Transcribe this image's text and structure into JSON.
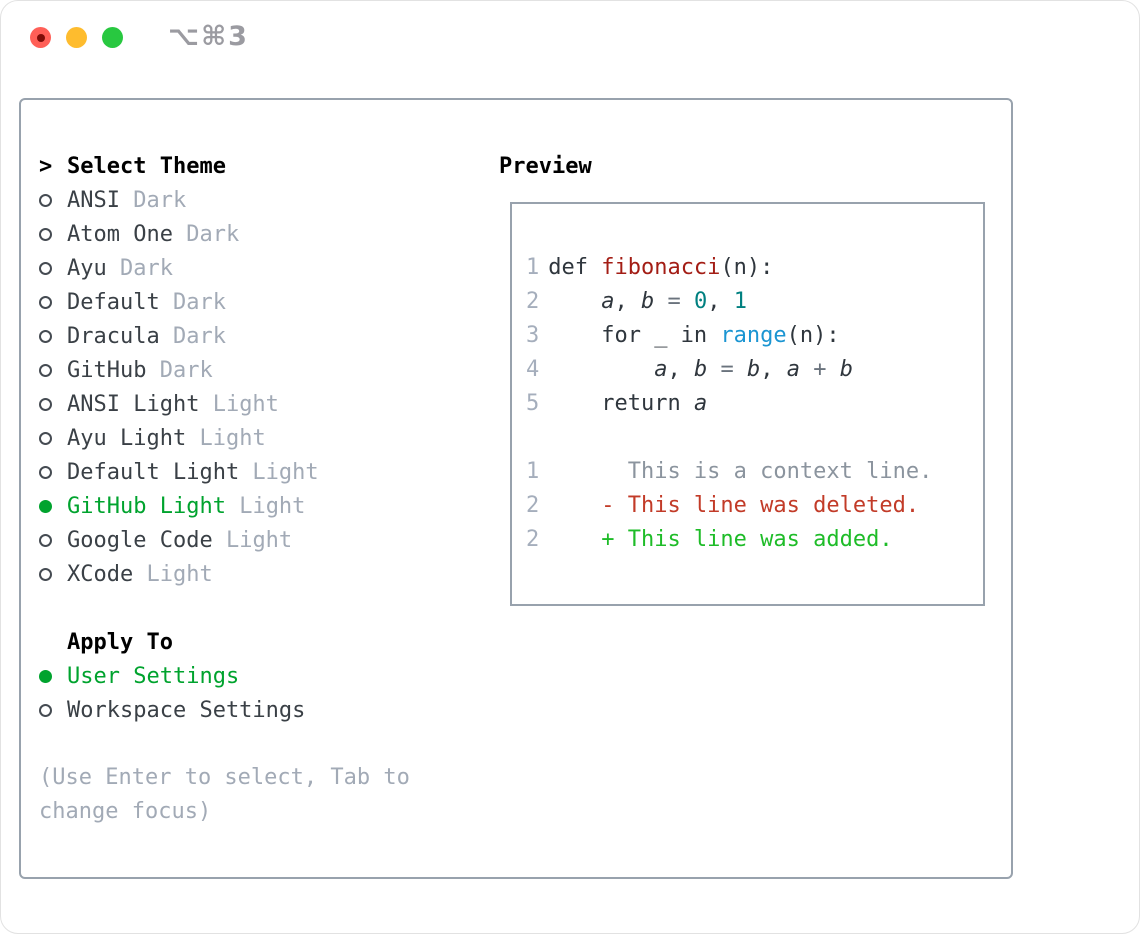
{
  "window": {
    "title_shortcut": "⌥⌘3",
    "traffic_lights": [
      {
        "name": "close",
        "color": "#ff5f57"
      },
      {
        "name": "minimize",
        "color": "#febc2e"
      },
      {
        "name": "zoom",
        "color": "#28c840"
      }
    ]
  },
  "theme_panel": {
    "prompt": ">",
    "header": "Select Theme",
    "items": [
      {
        "name": "ANSI",
        "variant": "Dark",
        "selected": false
      },
      {
        "name": "Atom One",
        "variant": "Dark",
        "selected": false
      },
      {
        "name": "Ayu",
        "variant": "Dark",
        "selected": false
      },
      {
        "name": "Default",
        "variant": "Dark",
        "selected": false
      },
      {
        "name": "Dracula",
        "variant": "Dark",
        "selected": false
      },
      {
        "name": "GitHub",
        "variant": "Dark",
        "selected": false
      },
      {
        "name": "ANSI Light",
        "variant": "Light",
        "selected": false
      },
      {
        "name": "Ayu Light",
        "variant": "Light",
        "selected": false
      },
      {
        "name": "Default Light",
        "variant": "Light",
        "selected": false
      },
      {
        "name": "GitHub Light",
        "variant": "Light",
        "selected": true
      },
      {
        "name": "Google Code",
        "variant": "Light",
        "selected": false
      },
      {
        "name": "XCode",
        "variant": "Light",
        "selected": false
      }
    ]
  },
  "apply_panel": {
    "header": "Apply To",
    "options": [
      {
        "name": "User Settings",
        "selected": true
      },
      {
        "name": "Workspace Settings",
        "selected": false
      }
    ]
  },
  "hint": "(Use Enter to select, Tab to change focus)",
  "preview": {
    "header": "Preview",
    "lines": [
      {
        "no": "1",
        "kind": "code",
        "segments": [
          {
            "t": "def ",
            "s": "plain"
          },
          {
            "t": "fibonacci",
            "s": "fname"
          },
          {
            "t": "(n):",
            "s": "plain"
          }
        ]
      },
      {
        "no": "2",
        "kind": "code",
        "segments": [
          {
            "t": "    ",
            "s": "plain"
          },
          {
            "t": "a",
            "s": "var"
          },
          {
            "t": ", ",
            "s": "plain"
          },
          {
            "t": "b",
            "s": "var"
          },
          {
            "t": " ",
            "s": "plain"
          },
          {
            "t": "=",
            "s": "op"
          },
          {
            "t": " ",
            "s": "plain"
          },
          {
            "t": "0",
            "s": "num"
          },
          {
            "t": ", ",
            "s": "plain"
          },
          {
            "t": "1",
            "s": "num"
          }
        ]
      },
      {
        "no": "3",
        "kind": "code",
        "segments": [
          {
            "t": "    for _ in ",
            "s": "plain"
          },
          {
            "t": "range",
            "s": "builtin"
          },
          {
            "t": "(n):",
            "s": "plain"
          }
        ]
      },
      {
        "no": "4",
        "kind": "code",
        "segments": [
          {
            "t": "        ",
            "s": "plain"
          },
          {
            "t": "a",
            "s": "var"
          },
          {
            "t": ", ",
            "s": "plain"
          },
          {
            "t": "b",
            "s": "var"
          },
          {
            "t": " ",
            "s": "plain"
          },
          {
            "t": "=",
            "s": "op"
          },
          {
            "t": " ",
            "s": "plain"
          },
          {
            "t": "b",
            "s": "var"
          },
          {
            "t": ", ",
            "s": "plain"
          },
          {
            "t": "a",
            "s": "var"
          },
          {
            "t": " ",
            "s": "plain"
          },
          {
            "t": "+",
            "s": "op"
          },
          {
            "t": " ",
            "s": "plain"
          },
          {
            "t": "b",
            "s": "var"
          }
        ]
      },
      {
        "no": "5",
        "kind": "code",
        "segments": [
          {
            "t": "    return ",
            "s": "plain"
          },
          {
            "t": "a",
            "s": "var"
          }
        ]
      },
      {
        "no": "",
        "kind": "blank",
        "segments": []
      },
      {
        "no": "1",
        "kind": "diff-context",
        "segments": [
          {
            "t": "      This is a context line.",
            "s": "ctx"
          }
        ]
      },
      {
        "no": "2",
        "kind": "diff-deleted",
        "segments": [
          {
            "t": "    ",
            "s": "plain"
          },
          {
            "t": "- This line was deleted.",
            "s": "del"
          }
        ]
      },
      {
        "no": "2",
        "kind": "diff-added",
        "segments": [
          {
            "t": "    ",
            "s": "plain"
          },
          {
            "t": "+ This line was added.",
            "s": "add"
          }
        ]
      }
    ]
  },
  "colors": {
    "accent_green": "#00a32e",
    "added_green": "#1ebc28",
    "deleted_red": "#c23b28",
    "function_red": "#a31d15",
    "builtin_blue": "#1b95d2",
    "number_teal": "#008080",
    "context_gray": "#8b949e",
    "muted_gray": "#a2aab6",
    "text_dark": "#3a4046",
    "border_gray": "#98a2ad",
    "gutter_gray": "#a5aebc",
    "titlebar_gray": "#9b9ba1",
    "traffic_red": "#ff5f57",
    "traffic_yellow": "#febc2e",
    "traffic_green": "#28c840"
  }
}
